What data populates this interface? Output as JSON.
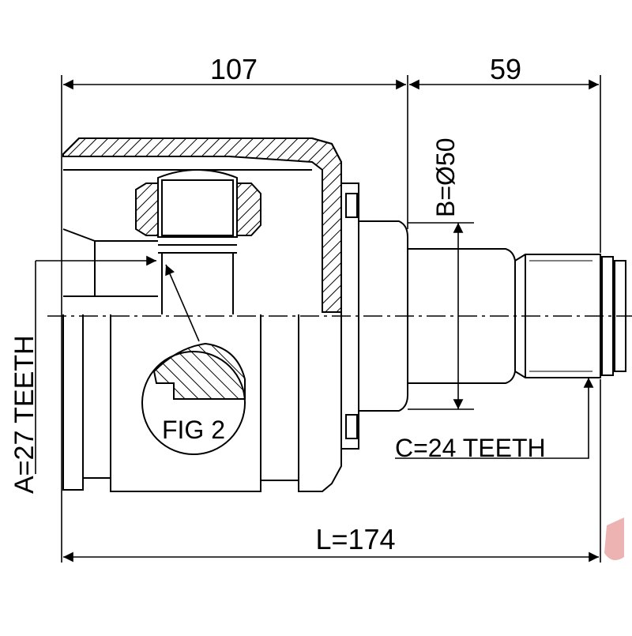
{
  "dimensions": {
    "length_left": "107",
    "length_right": "59",
    "diameter_b": "B=Ø50",
    "teeth_a": "A=27 TEETH",
    "teeth_c": "C=24 TEETH",
    "overall_length": "L=174"
  },
  "detail": {
    "fig_label": "FIG 2"
  },
  "colors": {
    "line": "#000000",
    "background": "#ffffff",
    "watermark": "#e8a0a0"
  }
}
